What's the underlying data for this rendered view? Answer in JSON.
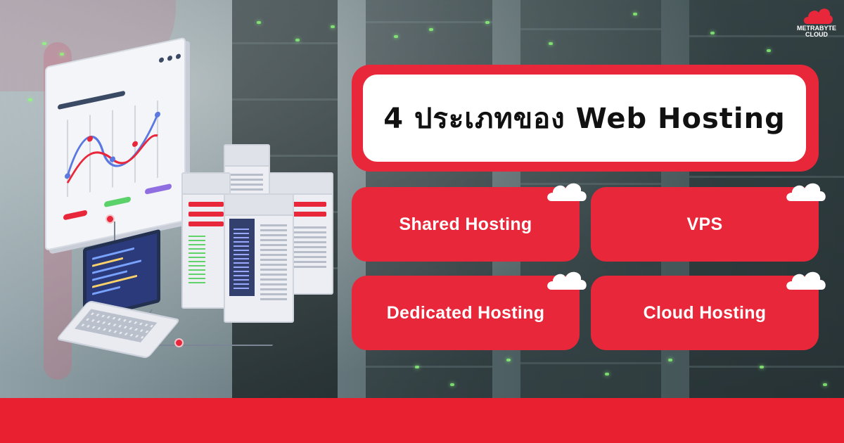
{
  "title": "4 ประเภทของ Web Hosting",
  "cards": [
    {
      "label": "Shared Hosting"
    },
    {
      "label": "VPS"
    },
    {
      "label": "Dedicated Hosting"
    },
    {
      "label": "Cloud Hosting"
    }
  ],
  "logo": {
    "line1": "METRABYTE",
    "line2": "CLOUD"
  },
  "colors": {
    "accent": "#e8283a",
    "footer": "#e8202f",
    "title_bg": "#ffffff",
    "title_text": "#111111"
  },
  "icons": [
    "cloud-icon",
    "server-icon",
    "monitor-chart-icon",
    "laptop-icon"
  ]
}
